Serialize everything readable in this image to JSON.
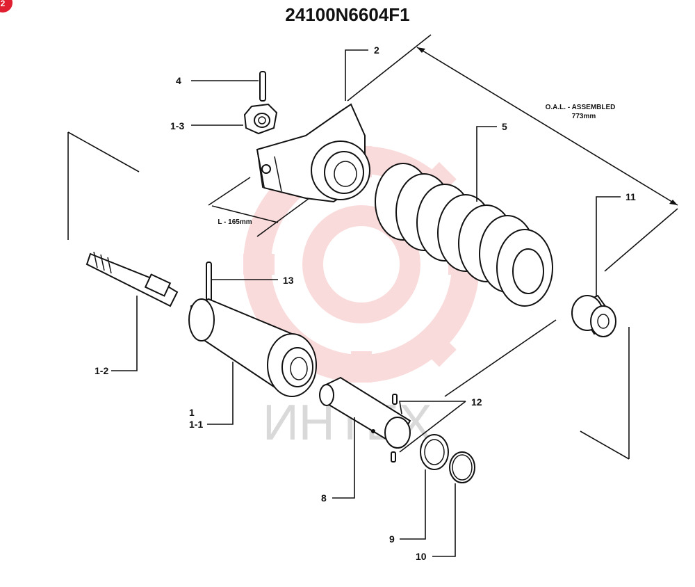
{
  "title": "24100N6604F1",
  "corner_badge": "2",
  "dimensions": {
    "oal_label": "O.A.L. - ASSEMBLED",
    "oal_value": "773mm",
    "l_label": "L - 165mm"
  },
  "watermark": {
    "text": "ИНТЕХ",
    "color": "#f08080"
  },
  "callouts": {
    "c2": "2",
    "c4": "4",
    "c13": "1-3",
    "c5": "5",
    "c11": "11",
    "c13b": "13",
    "c12a": "1-2",
    "c1": "1",
    "c11b": "1-1",
    "c12": "12",
    "c8": "8",
    "c9": "9",
    "c10": "10"
  }
}
